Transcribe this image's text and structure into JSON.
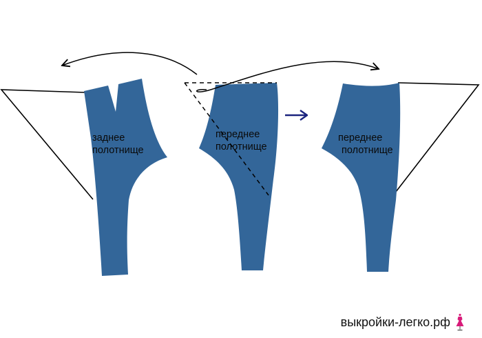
{
  "diagram": {
    "back_piece": {
      "label_line1": "заднее",
      "label_line2": "полотнище"
    },
    "front_piece_original": {
      "label_line1": "переднее",
      "label_line2": "полотнище"
    },
    "front_piece_result": {
      "label_line1": "переднее",
      "label_line2": "полотнище"
    },
    "fabric_color": "#336699",
    "arrow_color": "#1a237e",
    "line_color": "#000000"
  },
  "watermark": {
    "text": "выкройки-легко.рф",
    "icon": "dress-mannequin-icon",
    "icon_color": "#d81b7a"
  }
}
